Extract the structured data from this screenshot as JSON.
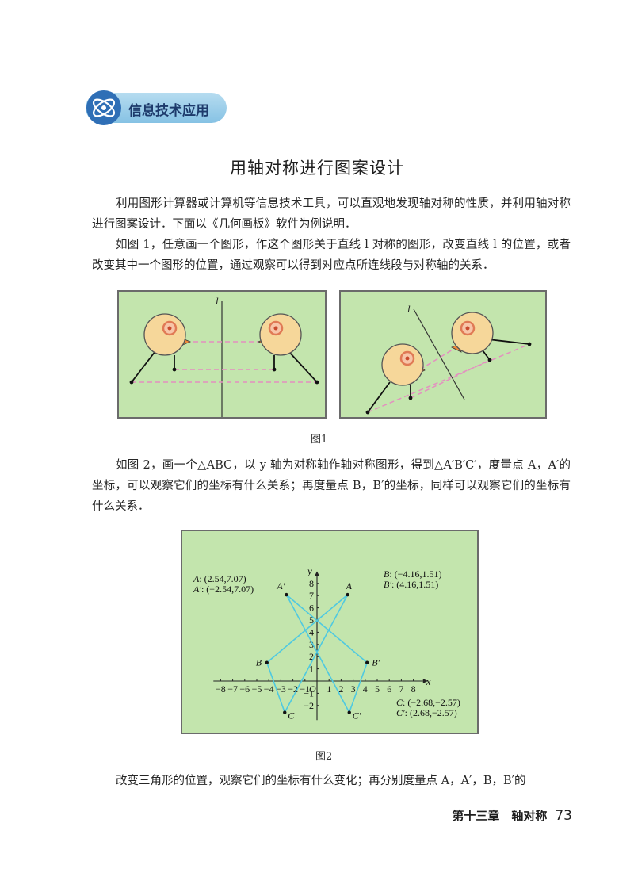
{
  "section": {
    "banner_label": "信息技术应用"
  },
  "title": "用轴对称进行图案设计",
  "paragraphs": [
    "利用图形计算器或计算机等信息技术工具，可以直观地发现轴对称的性质，并利用轴对称进行图案设计．下面以《几何画板》软件为例说明．",
    "如图 1，任意画一个图形，作这个图形关于直线 l 对称的图形，改变直线 l 的位置，或者改变其中一个图形的位置，通过观察可以得到对应点所连线段与对称轴的关系．",
    "如图 2，画一个△ABC，以 y 轴为对称轴作轴对称图形，得到△A′B′C′，度量点 A，A′的坐标，可以观察它们的坐标有什么关系；再度量点 B，B′的坐标，同样可以观察它们的坐标有什么关系．",
    "改变三角形的位置，观察它们的坐标有什么变化；再分别度量点 A，A′，B，B′的"
  ],
  "figure1": {
    "caption": "图1",
    "line_label_left": "l",
    "line_label_right": "l"
  },
  "figure2": {
    "caption": "图2",
    "axis_x_label": "x",
    "axis_y_label": "y",
    "origin_label": "O",
    "x_ticks": [
      "−8",
      "−7",
      "−6",
      "−5",
      "−4",
      "−3",
      "−2",
      "−1",
      "1",
      "2",
      "3",
      "4",
      "5",
      "6",
      "7",
      "8"
    ],
    "y_ticks": [
      "8",
      "7",
      "6",
      "5",
      "4",
      "3",
      "2",
      "1",
      "−1",
      "−2"
    ],
    "points": [
      {
        "name": "A",
        "x": 2.54,
        "y": 7.07
      },
      {
        "name": "A′",
        "x": -2.54,
        "y": 7.07
      },
      {
        "name": "B",
        "x": -4.16,
        "y": 1.51
      },
      {
        "name": "B′",
        "x": 4.16,
        "y": 1.51
      },
      {
        "name": "C",
        "x": -2.68,
        "y": -2.57
      },
      {
        "name": "C′",
        "x": 2.68,
        "y": -2.57
      }
    ],
    "readouts": {
      "a_label": "A",
      "a_value": ": (2.54,7.07)",
      "a2_label": "A′",
      "a2_value": ": (−2.54,7.07)",
      "b_label": "B",
      "b_value": ": (−4.16,1.51)",
      "b2_label": "B′",
      "b2_value": ": (4.16,1.51)",
      "c_label": "C",
      "c_value": ": (−2.68,−2.57)",
      "c2_label": "C′",
      "c2_value": ": (2.68,−2.57)"
    },
    "triangle_color": "#4fc9e0"
  },
  "footer": {
    "chapter": "第十三章　轴对称",
    "page": "73"
  },
  "colors": {
    "panel_bg": "#c3e5ad",
    "bird_body": "#f6d79a",
    "bird_eye_ring": "#e07a55",
    "dashed_line": "#e48fc0"
  }
}
